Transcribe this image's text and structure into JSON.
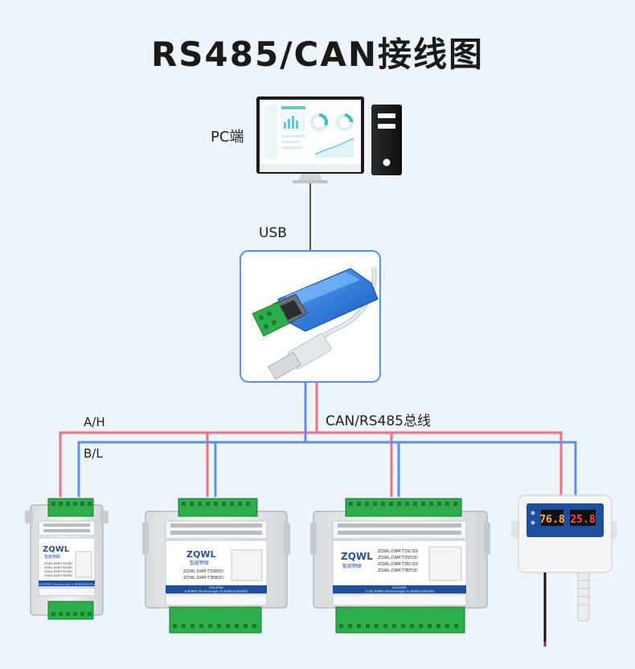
{
  "title": "RS485/CAN接线图",
  "labels": {
    "pc": "PC端",
    "usb": "USB",
    "bus": "CAN/RS485总线",
    "a_line": "A/H",
    "b_line": "B/L"
  },
  "colors": {
    "a_line": "#f0707e",
    "b_line": "#5a8ef2",
    "background": "#eef4fb",
    "module_green": "#2eae4a",
    "adapter_blue": "#1e74d8"
  },
  "devices": {
    "module1": {
      "brand_cn": "智嵌物联",
      "models": [
        "ZQWL-DAM-T3S2DD",
        "ZQWL-DAM-T3S4DD",
        "ZQWL-DAM-T3E2DD",
        "ZQWL-DAM-T3E4DD"
      ],
      "caption": "2/4 PORTS Thermocouple To RS485/CAN(FD)"
    },
    "module2": {
      "brand_cn": "智嵌物联",
      "models": [
        "ZQWL-DAM-T3S8DD",
        "ZQWL-DAM-T3E8DD"
      ],
      "isolated": "ISOLATED",
      "caption": "8 PORTS Thermocouple To RS485/CAN(FD)"
    },
    "module3": {
      "brand_cn": "智嵌物联",
      "models": [
        "ZQWL-DAM-T3SCDD",
        "ZQWL-DAM-T3SFDD",
        "ZQWL-DAM-T3ECDD",
        "ZQWL-DAM-T3EFDD"
      ],
      "isolated": "ISOLATED",
      "caption": "12/16 PORTS Thermocouple To RS485/CAN(FD)"
    },
    "sensor": {
      "humidity": "76.8",
      "temperature": "25.8"
    }
  }
}
